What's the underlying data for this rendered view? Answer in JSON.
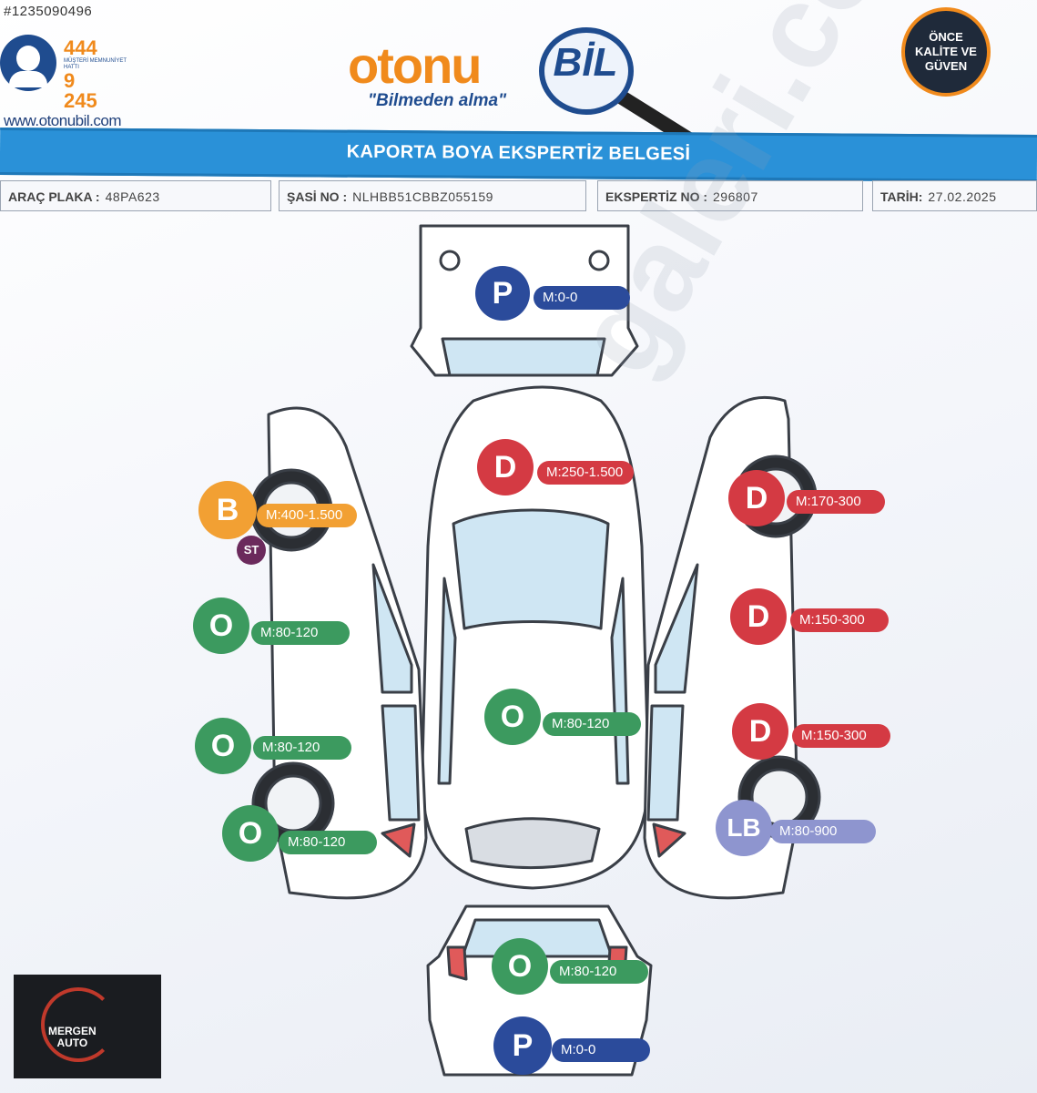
{
  "photo_id": "#1235090496",
  "header": {
    "hotline_numbers": [
      "444",
      "9",
      "245"
    ],
    "hotline_caption": "MÜŞTERİ MEMNUNİYET HATTI",
    "website": "www.otonubil.com",
    "brand_name": "otonu",
    "brand_bil": "BİL",
    "slogan": "\"Bilmeden alma\"",
    "badge_lines": [
      "ÖNCE",
      "KALİTE VE",
      "GÜVEN"
    ]
  },
  "title": "KAPORTA BOYA EKSPERTİZ BELGESİ",
  "info": {
    "plate_label": "ARAÇ PLAKA :",
    "plate_value": "48PA623",
    "chassis_label": "ŞASİ NO :",
    "chassis_value": "NLHBB51CBBZ055159",
    "expertise_label": "EKSPERTİZ NO :",
    "expertise_value": "296807",
    "date_label": "TARİH:",
    "date_value": "27.02.2025"
  },
  "panels": [
    {
      "id": "front-bumper",
      "code": "P",
      "measure": "M:0-0",
      "color": "#2b4b9b"
    },
    {
      "id": "hood",
      "code": "D",
      "measure": "M:250-1.500",
      "color": "#d43a43"
    },
    {
      "id": "left-front-fender",
      "code": "B",
      "measure": "M:400-1.500",
      "color": "#f2a033",
      "extra_code": "ST",
      "extra_color": "#6b2a5c"
    },
    {
      "id": "left-front-door",
      "code": "O",
      "measure": "M:80-120",
      "color": "#3c9a5f"
    },
    {
      "id": "left-rear-door",
      "code": "O",
      "measure": "M:80-120",
      "color": "#3c9a5f"
    },
    {
      "id": "left-rear-fender",
      "code": "O",
      "measure": "M:80-120",
      "color": "#3c9a5f"
    },
    {
      "id": "roof",
      "code": "O",
      "measure": "M:80-120",
      "color": "#3c9a5f"
    },
    {
      "id": "right-front-fender",
      "code": "D",
      "measure": "M:170-300",
      "color": "#d43a43"
    },
    {
      "id": "right-front-door",
      "code": "D",
      "measure": "M:150-300",
      "color": "#d43a43"
    },
    {
      "id": "right-rear-door",
      "code": "D",
      "measure": "M:150-300",
      "color": "#d43a43"
    },
    {
      "id": "right-rear-fender",
      "code": "LB",
      "measure": "M:80-900",
      "color": "#8e95cf"
    },
    {
      "id": "trunk",
      "code": "O",
      "measure": "M:80-120",
      "color": "#3c9a5f"
    },
    {
      "id": "rear-bumper",
      "code": "P",
      "measure": "M:0-0",
      "color": "#2b4b9b"
    }
  ],
  "watermark": "galeri.com",
  "dealer": {
    "name_line1": "MERGEN",
    "name_line2": "AUTO"
  }
}
